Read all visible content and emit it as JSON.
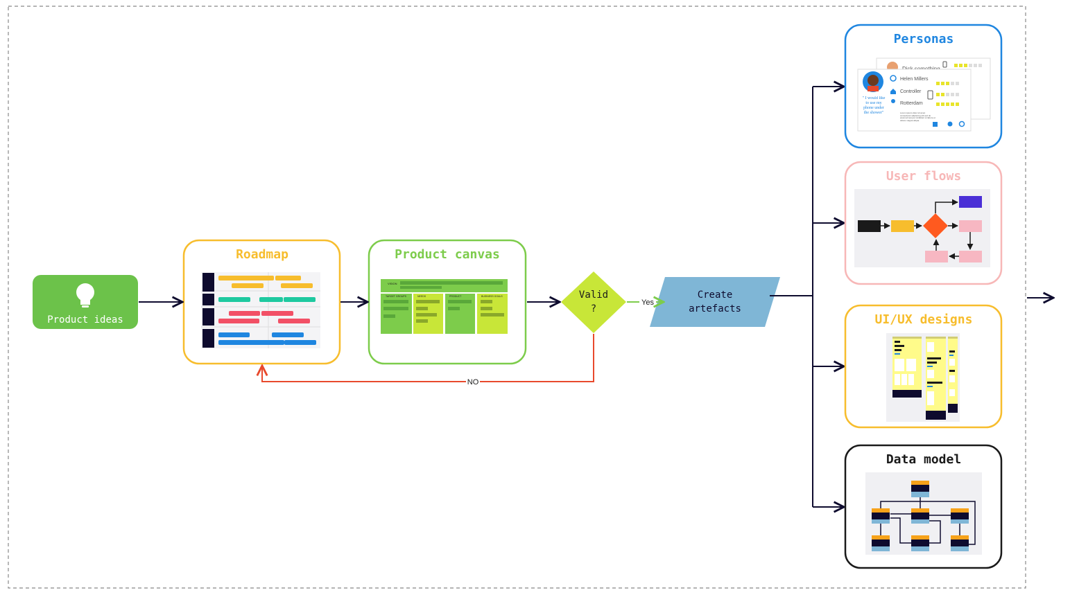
{
  "nodes": {
    "product_ideas": {
      "label": "Product ideas",
      "color": "#6cc24a"
    },
    "roadmap": {
      "label": "Roadmap",
      "color": "#f7bd2d"
    },
    "product_canvas": {
      "label": "Product canvas",
      "color": "#7dcc4b"
    },
    "valid": {
      "line1": "Valid",
      "line2": "?",
      "color": "#c8e638"
    },
    "create": {
      "line1": "Create",
      "line2": "artefacts",
      "color": "#7fb6d6"
    },
    "personas": {
      "label": "Personas",
      "color": "#1f86e0"
    },
    "user_flows": {
      "label": "User flows",
      "color": "#f7b7b7"
    },
    "uiux": {
      "label": "UI/UX designs",
      "color": "#f7bd2d"
    },
    "data_model": {
      "label": "Data model",
      "color": "#1a1a1a"
    }
  },
  "edges": {
    "yes_label": "Yes",
    "no_label": "NO",
    "no_color": "#e8492c",
    "yes_color": "#7dcc4b",
    "line_color": "#0e0b2e"
  },
  "canvas_headers": [
    "VISION",
    "TARGET GROUPS",
    "NEEDS",
    "PRODUCT",
    "BUSINESS GOALS"
  ],
  "persona": {
    "back_name": "Dick something",
    "name": "Helen Millers",
    "role": "Controller",
    "city": "Rotterdam",
    "quote": "\" I would like to use my phone under the shower\"",
    "bio": "Lorem ipsum dolor sit amet consectetur adipiscing elit sed do eiusmod tempor incididunt ut labore et dolore magna aliqua."
  }
}
